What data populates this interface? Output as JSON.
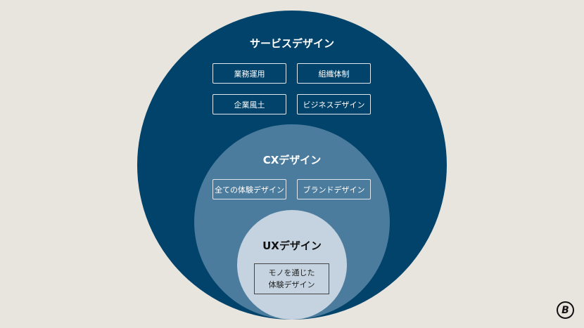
{
  "service": {
    "title": "サービスデザイン",
    "items": [
      "業務運用",
      "組織体制",
      "企業風土",
      "ビジネスデザイン"
    ]
  },
  "cx": {
    "title": "CXデザイン",
    "items": [
      "全ての体験デザイン",
      "ブランドデザイン"
    ]
  },
  "ux": {
    "title": "UXデザイン",
    "item_lines": [
      "モノを通じた",
      "体験デザイン"
    ]
  },
  "logo": {
    "text": "B"
  },
  "colors": {
    "outer": "#02436b",
    "middle": "#4c7c9d",
    "inner": "#c4d3df",
    "background": "#e8e5df"
  }
}
